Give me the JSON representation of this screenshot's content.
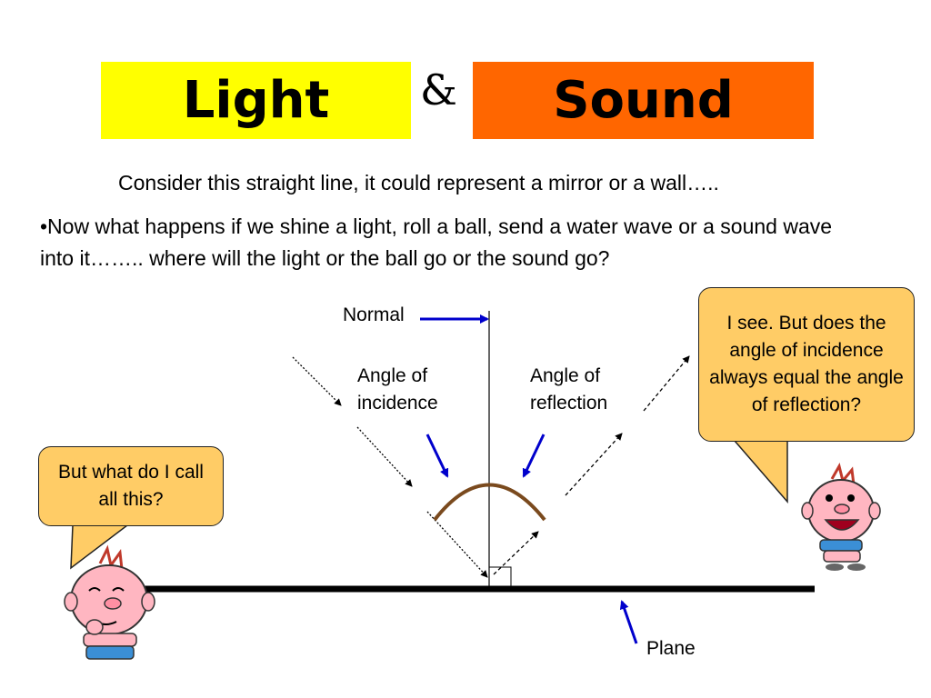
{
  "title": {
    "left": "Light",
    "connector": "&",
    "right": "Sound"
  },
  "intro": "Consider this straight line, it could represent a mirror or a wall…..",
  "question": "•Now what happens if we shine a light, roll a ball, send a water wave or a sound wave into it…….. where will the light or the ball go or the sound go?",
  "labels": {
    "normal": "Normal",
    "incidence_1": "Angle of",
    "incidence_2": "incidence",
    "reflection_1": "Angle of",
    "reflection_2": "reflection",
    "plane": "Plane"
  },
  "bubbles": {
    "left": "But what do I call all this?",
    "right": "I see. But does the angle of incidence always equal the angle of reflection?"
  },
  "colors": {
    "light_box": "#ffff00",
    "sound_box": "#ff6600",
    "bubble": "#ffcc66",
    "arrow": "#0000cc",
    "arc": "#7a4a1e"
  }
}
